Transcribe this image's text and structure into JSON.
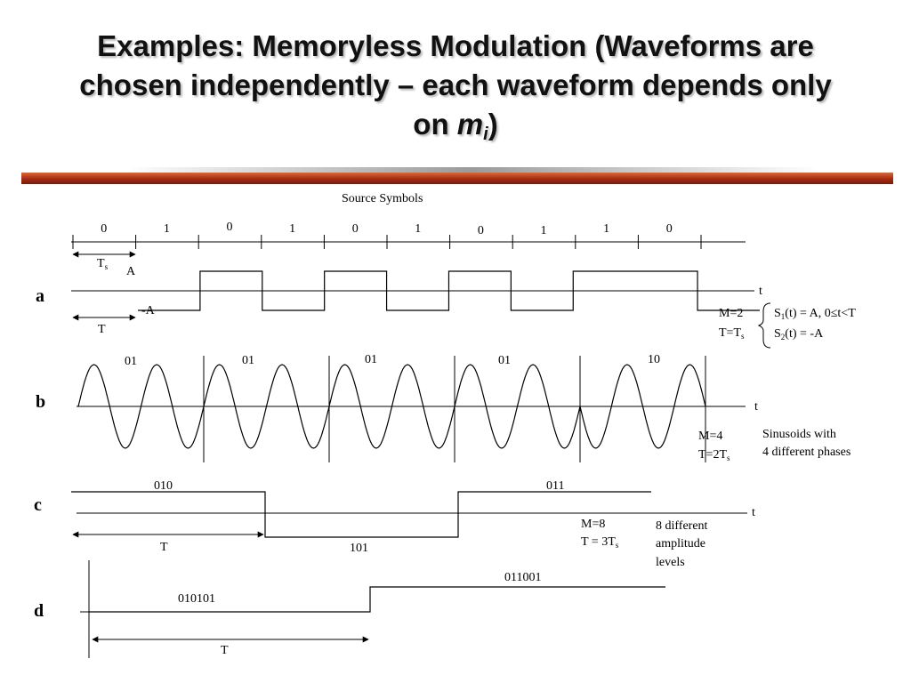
{
  "title": {
    "line1": "Examples: Memoryless Modulation (Waveforms are",
    "line2": "chosen independently – each waveform depends only",
    "line3_prefix": "on ",
    "line3_var": "m",
    "line3_sub": "i",
    "line3_suffix": ")"
  },
  "colors": {
    "band_red": "#a62a10",
    "band_gray": "#9a9a9a",
    "ink": "#000000"
  },
  "source": {
    "header": "Source Symbols",
    "bits": [
      "0",
      "1",
      "0",
      "1",
      "0",
      "1",
      "0",
      "1",
      "1",
      "0"
    ],
    "ts_label": "T",
    "ts_sub": "s"
  },
  "panel_a": {
    "label": "a",
    "bits": [
      0,
      1,
      0,
      1,
      0,
      1,
      0,
      1,
      1,
      0
    ],
    "amp_pos": "A",
    "amp_neg": "-A",
    "t_period": "T",
    "t_axis": "t",
    "m_text": "M=2",
    "t_eq_prefix": "T=T",
    "t_eq_sub": "s",
    "s1_prefix": "S",
    "s1_sub": "1",
    "s1_rest": "(t) = A, 0≤t<T",
    "s2_prefix": "S",
    "s2_sub": "2",
    "s2_rest": "(t) = -A"
  },
  "panel_b": {
    "label": "b",
    "symbols": [
      "01",
      "01",
      "01",
      "01",
      "10"
    ],
    "cycles_per_symbol": 2,
    "t_axis": "t",
    "m_text": "M=4",
    "t_eq_prefix": "T=2T",
    "t_eq_sub": "s",
    "desc_line1": "Sinusoids with",
    "desc_line2": "4 different phases"
  },
  "panel_c": {
    "label": "c",
    "symbols": [
      {
        "code": "010",
        "level": 1
      },
      {
        "code": "101",
        "level": -1
      },
      {
        "code": "011",
        "level": 1
      }
    ],
    "t_axis": "t",
    "t_period": "T",
    "m_text": "M=8",
    "t_eq_prefix": "T = 3T",
    "t_eq_sub": "s",
    "desc_line1": "8 different",
    "desc_line2": "amplitude",
    "desc_line3": "levels"
  },
  "panel_d": {
    "label": "d",
    "symbols": [
      {
        "code": "010101",
        "level": 0
      },
      {
        "code": "011001",
        "level": 1
      }
    ],
    "t_period": "T"
  }
}
